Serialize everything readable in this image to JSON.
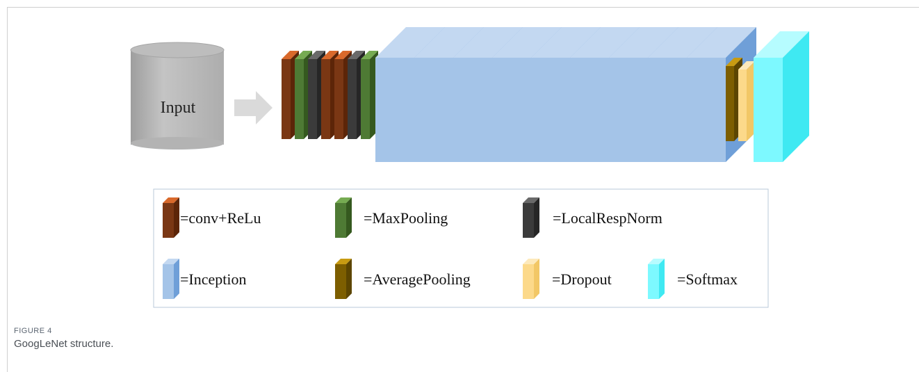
{
  "diagram": {
    "input_label": "Input",
    "layer_colors": {
      "conv": {
        "front": "#7a3714",
        "side": "#5c2508",
        "top": "#d9692b",
        "label": "=conv+ReLu"
      },
      "maxpool": {
        "front": "#4e7a34",
        "side": "#35591f",
        "top": "#76ab52",
        "label": "=MaxPooling"
      },
      "lrn": {
        "front": "#3b3b3b",
        "side": "#262626",
        "top": "#6a6a6a",
        "label": "=LocalRespNorm"
      },
      "inception": {
        "front": "#a4c4e8",
        "side": "#6f9fd8",
        "top": "#c3d8f1",
        "label": "=Inception"
      },
      "avgpool": {
        "front": "#7d5e00",
        "side": "#5c4500",
        "top": "#c89b12",
        "label": "=AveragePooling"
      },
      "dropout": {
        "front": "#fcd98a",
        "side": "#f2c766",
        "top": "#fde9bb",
        "label": "=Dropout"
      },
      "softmax": {
        "front": "#7df9ff",
        "side": "#3fe9f2",
        "top": "#b6fcff",
        "label": "=Softmax"
      }
    },
    "pipeline": [
      "conv",
      "maxpool",
      "lrn",
      "conv",
      "conv",
      "lrn",
      "maxpool",
      "inception",
      "inception",
      "inception",
      "inception",
      "inception",
      "inception",
      "inception",
      "inception",
      "inception",
      "avgpool",
      "dropout",
      "softmax"
    ],
    "legend_rows": [
      [
        "conv",
        "maxpool",
        "lrn"
      ],
      [
        "inception",
        "avgpool",
        "dropout",
        "softmax"
      ]
    ]
  },
  "figure": {
    "label": "FIGURE 4",
    "caption": "GoogLeNet structure."
  }
}
